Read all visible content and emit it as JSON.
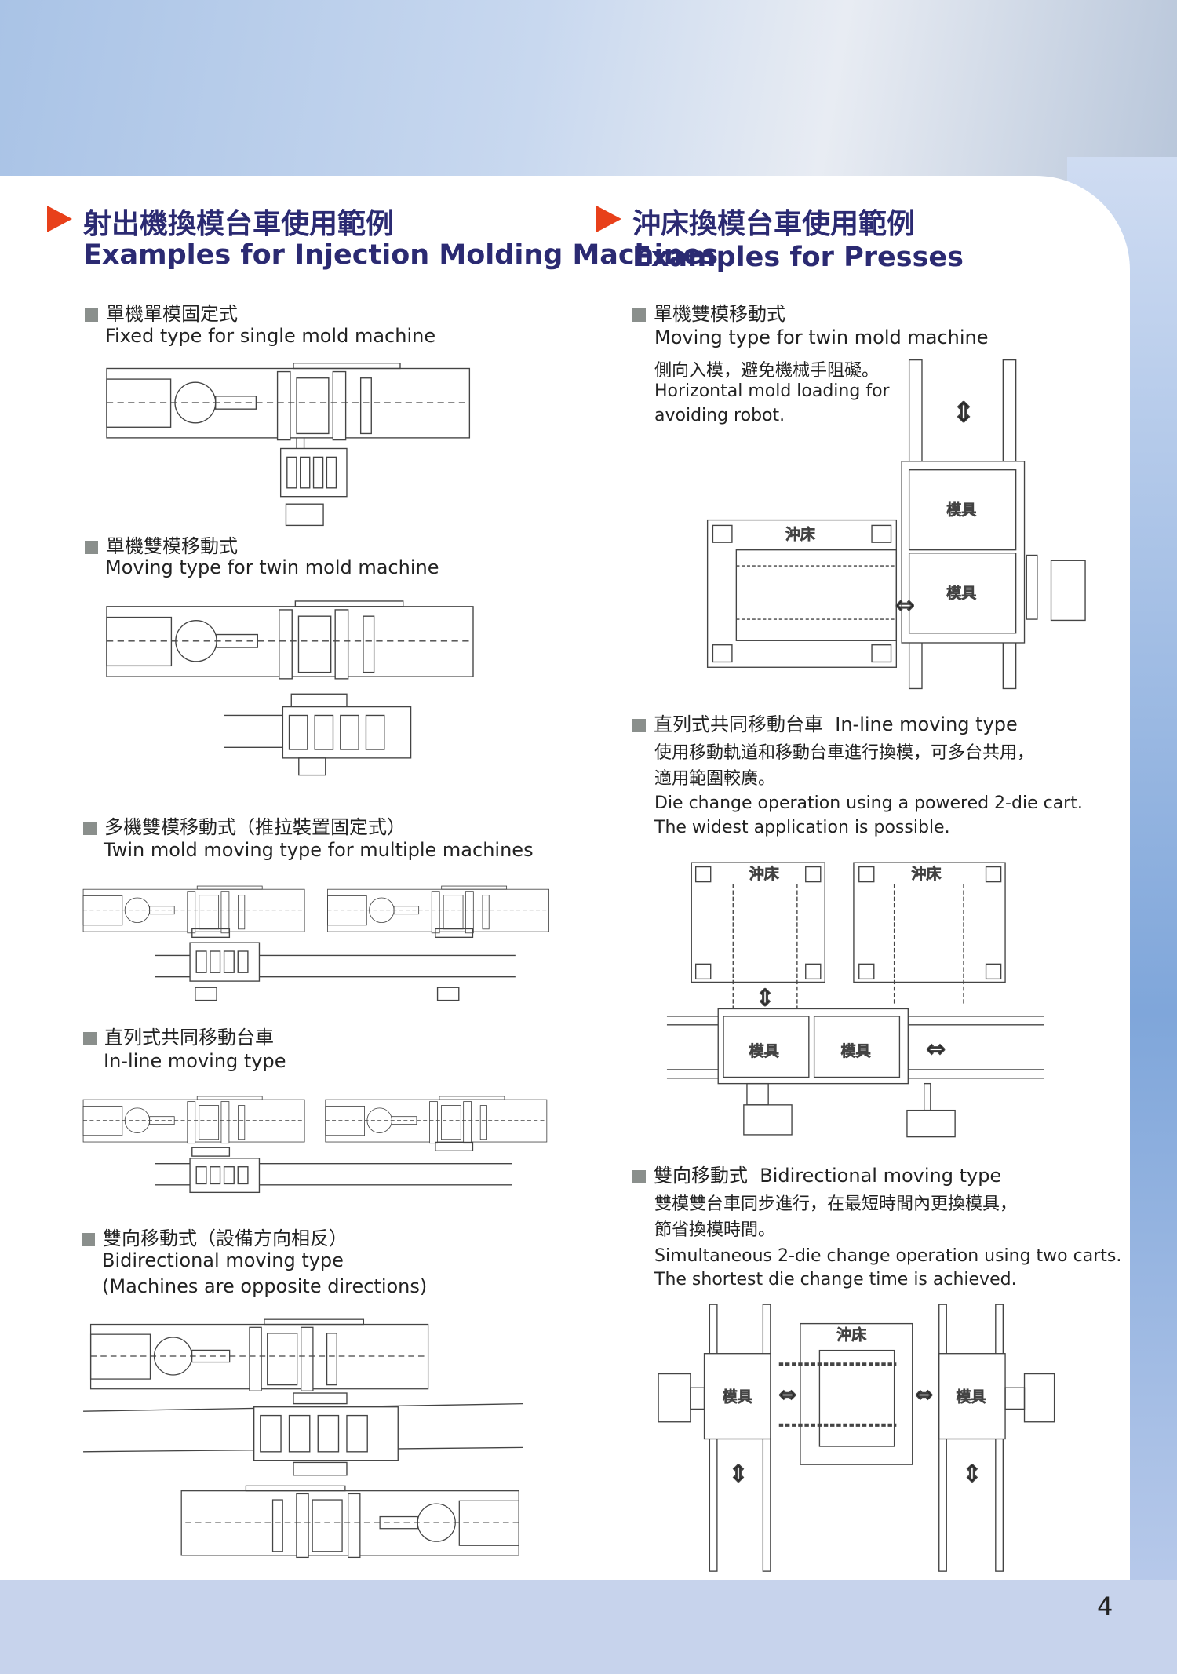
{
  "left": {
    "title_zh": "射出機換模台車使用範例",
    "title_en": "Examples for Injection Molding Machines",
    "sections": [
      {
        "zh": "單機單模固定式",
        "en": "Fixed type for single mold machine"
      },
      {
        "zh": "單機雙模移動式",
        "en": "Moving type for twin mold machine"
      },
      {
        "zh": "多機雙模移動式（推拉裝置固定式）",
        "en": "Twin mold moving type for multiple machines"
      },
      {
        "zh": "直列式共同移動台車",
        "en": "In-line moving type"
      },
      {
        "zh": "雙向移動式（設備方向相反）",
        "en": "Bidirectional moving type",
        "en2": "(Machines are opposite directions)"
      }
    ]
  },
  "right": {
    "title_zh": "沖床換模台車使用範例",
    "title_en": "Examples for Presses",
    "sections": [
      {
        "zh": "單機雙模移動式",
        "en": "Moving type for twin mold machine",
        "desc_zh": "側向入模，避免機械手阻礙。",
        "desc_en1": "Horizontal mold loading for",
        "desc_en2": "avoiding robot."
      },
      {
        "zh": "直列式共同移動台車",
        "en": "In-line moving type",
        "desc_zh1": "使用移動軌道和移動台車進行換模，可多台共用，",
        "desc_zh2": "適用範圍較廣。",
        "desc_en1": "Die change operation using a powered 2-die cart.",
        "desc_en2": "The widest application is possible."
      },
      {
        "zh": "雙向移動式",
        "en": "Bidirectional moving type",
        "desc_zh1": "雙模雙台車同步進行，在最短時間內更換模具，",
        "desc_zh2": "節省換模時間。",
        "desc_en1": "Simultaneous 2-die change operation using two carts.",
        "desc_en2": "The shortest die change time is achieved."
      }
    ]
  },
  "labels": {
    "press": "沖床",
    "mold": "模具"
  },
  "page_number": "4"
}
